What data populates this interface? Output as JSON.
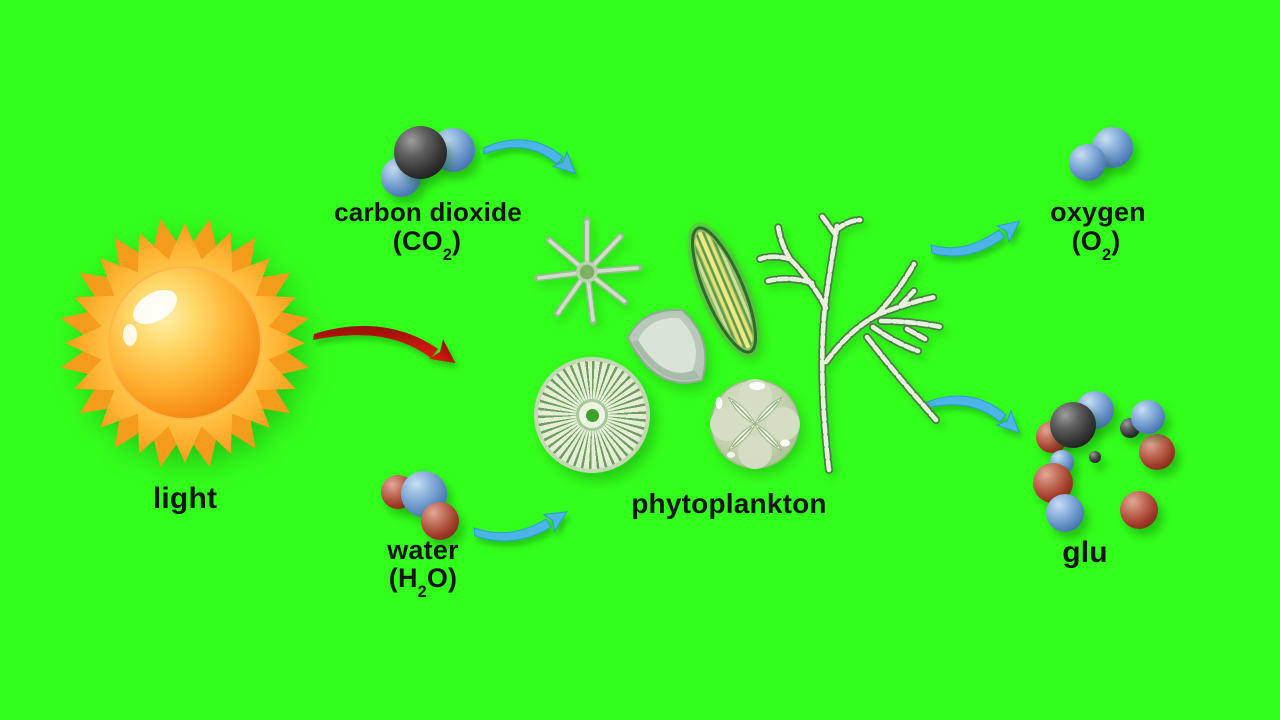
{
  "scene": {
    "background_color": "#33ff1c"
  },
  "labels": {
    "light": "light",
    "carbon_dioxide": {
      "name": "carbon dioxide",
      "formula_pre": "(CO",
      "formula_sub": "2",
      "formula_post": ")"
    },
    "water": {
      "name": "water",
      "formula_pre": "(H",
      "formula_sub": "2",
      "formula_post": "O)"
    },
    "phytoplankton": "phytoplankton",
    "oxygen": {
      "name": "oxygen",
      "formula_pre": "(O",
      "formula_sub": "2",
      "formula_post": ")"
    },
    "glucose": "glu"
  },
  "colors": {
    "background_green": "#33ff1c",
    "arrow_blue": "#4ab5e6",
    "arrow_red": "#d41810",
    "atom_carbon_black": "#3a3a3a",
    "atom_oxygen_blue": "#6f9cd2",
    "atom_hydrogen_red": "#a33f2e",
    "sun_orange": "#f79c18",
    "plankton_green": "#8fbb63",
    "text": "#151515"
  }
}
